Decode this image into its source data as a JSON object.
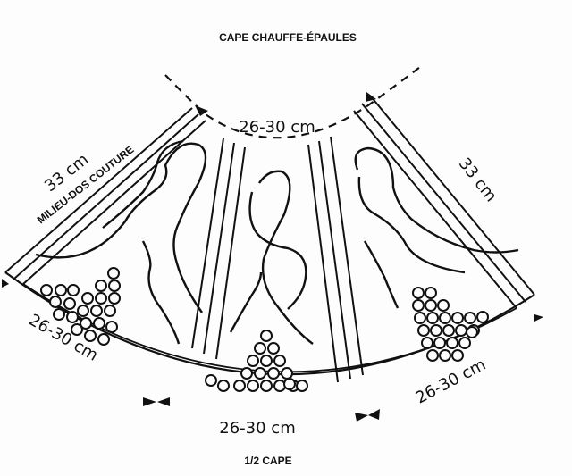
{
  "title": "CAPE CHAUFFE-ÉPAULES",
  "caption": "1/2 CAPE",
  "labels": {
    "neck": "26-30 cm",
    "left_edge": "33 cm",
    "left_edge_note": "MILIEU-DOS COUTURE",
    "right_edge": "33 cm",
    "bottom_left": "26-30 cm",
    "bottom_center": "26-30 cm",
    "bottom_right": "26-30 cm"
  },
  "colors": {
    "line": "#111111",
    "paper": "#fdfdfd"
  }
}
